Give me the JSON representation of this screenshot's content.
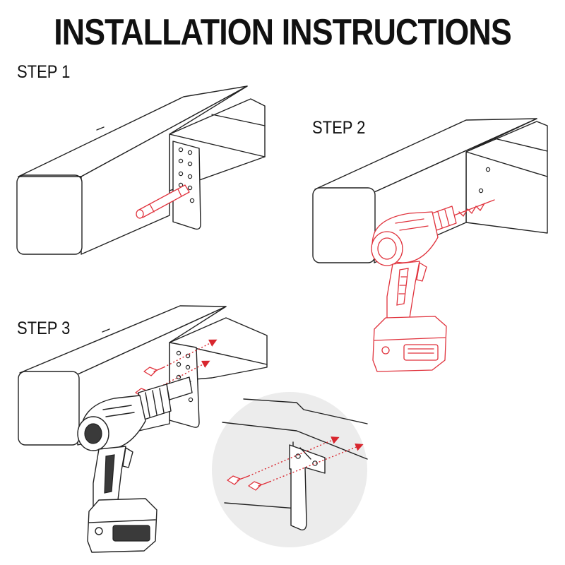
{
  "page": {
    "title": "INSTALLATION INSTRUCTIONS",
    "steps": [
      {
        "label": "STEP 1"
      },
      {
        "label": "STEP 2"
      },
      {
        "label": "STEP 3"
      }
    ]
  },
  "colors": {
    "ink": "#222222",
    "accent_red": "#e0323c",
    "background": "#ffffff",
    "detail_circle": "#ececec"
  },
  "icons": [
    "drill-icon",
    "screw-icon",
    "pencil-icon",
    "bracket-icon",
    "arrow-icon"
  ]
}
